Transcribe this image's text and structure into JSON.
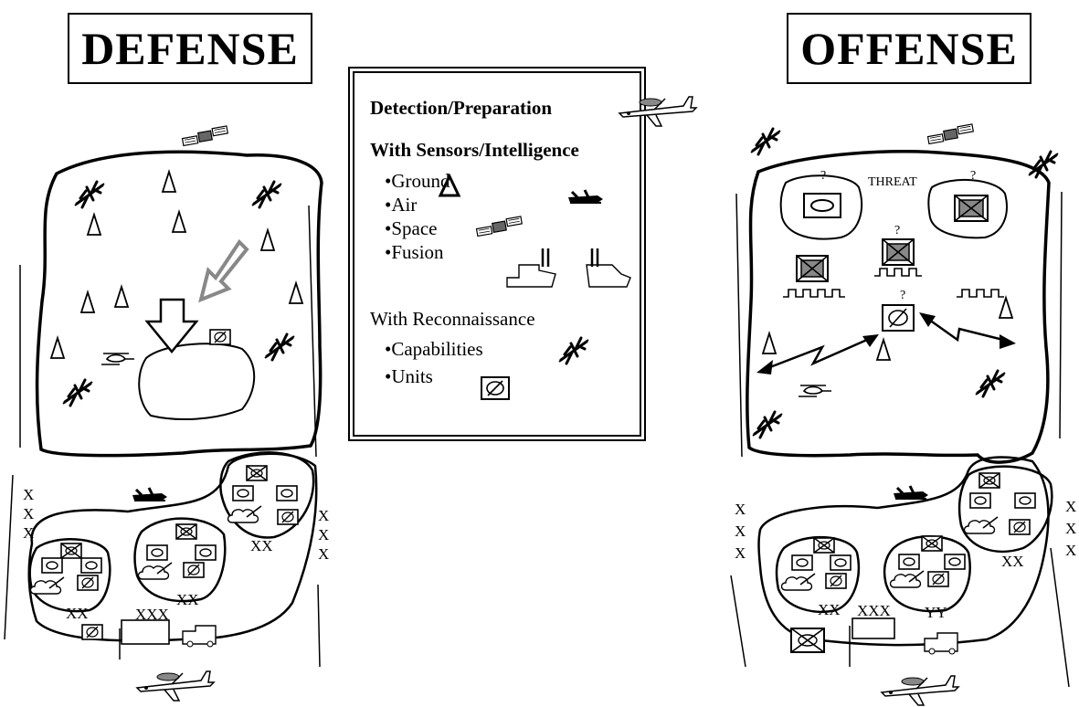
{
  "titles": {
    "defense": "DEFENSE",
    "offense": "OFFENSE"
  },
  "legend": {
    "detection": "Detection/Preparation",
    "sensors": "With Sensors/Intelligence",
    "items": [
      "•Ground",
      "•Air",
      "•Space",
      "•Fusion"
    ],
    "recon": "With Reconnaissance",
    "recon_items": [
      "•Capabilities",
      "•Units"
    ]
  },
  "defense_map": {
    "flank_x_left": "X",
    "flank_x_right": "X",
    "division_label": "XX",
    "corps_label": "XXX"
  },
  "offense_map": {
    "threat": "THREAT",
    "question": "?",
    "flank_x": "X",
    "division_label": "XX",
    "corps_label": "XXX",
    "partial_label": "YY"
  }
}
